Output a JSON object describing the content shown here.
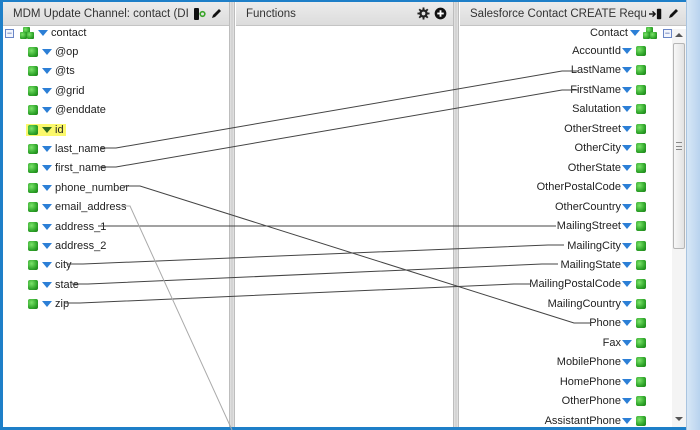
{
  "left_panel": {
    "title": "MDM Update Channel: contact (DIFF) (",
    "root": "contact",
    "fields": [
      {
        "label": "@op",
        "highlighted": false
      },
      {
        "label": "@ts",
        "highlighted": false
      },
      {
        "label": "@grid",
        "highlighted": false
      },
      {
        "label": "@enddate",
        "highlighted": false
      },
      {
        "label": "id",
        "highlighted": true
      },
      {
        "label": "last_name",
        "highlighted": false
      },
      {
        "label": "first_name",
        "highlighted": false
      },
      {
        "label": "phone_number",
        "highlighted": false
      },
      {
        "label": "email_address",
        "highlighted": false
      },
      {
        "label": "address_1",
        "highlighted": false
      },
      {
        "label": "address_2",
        "highlighted": false
      },
      {
        "label": "city",
        "highlighted": false
      },
      {
        "label": "state",
        "highlighted": false
      },
      {
        "label": "zip",
        "highlighted": false
      }
    ],
    "icons": [
      "source-connector-icon",
      "edit-pencil-icon"
    ]
  },
  "middle_panel": {
    "title": "Functions",
    "icons": [
      "gear-icon",
      "add-circle-icon"
    ]
  },
  "right_panel": {
    "title": "Salesforce Contact CREATE Request",
    "root": "Contact",
    "fields": [
      "AccountId",
      "LastName",
      "FirstName",
      "Salutation",
      "OtherStreet",
      "OtherCity",
      "OtherState",
      "OtherPostalCode",
      "OtherCountry",
      "MailingStreet",
      "MailingCity",
      "MailingState",
      "MailingPostalCode",
      "MailingCountry",
      "Phone",
      "Fax",
      "MobilePhone",
      "HomePhone",
      "OtherPhone",
      "AssistantPhone"
    ],
    "icons": [
      "target-connector-icon",
      "edit-pencil-icon"
    ]
  },
  "mappings": [
    {
      "from": "last_name",
      "to": "LastName"
    },
    {
      "from": "first_name",
      "to": "FirstName"
    },
    {
      "from": "phone_number",
      "to": "Phone"
    },
    {
      "from": "email_address",
      "to": "(continues below view)"
    },
    {
      "from": "address_1",
      "to": "MailingStreet"
    },
    {
      "from": "city",
      "to": "MailingCity"
    },
    {
      "from": "state",
      "to": "MailingState"
    },
    {
      "from": "zip",
      "to": "MailingPostalCode"
    }
  ],
  "colors": {
    "frame_border": "#1e7fc8",
    "highlight": "#fbf86b",
    "node_triangle": "#2c7fd6",
    "node_cube": "#2fa52a"
  }
}
